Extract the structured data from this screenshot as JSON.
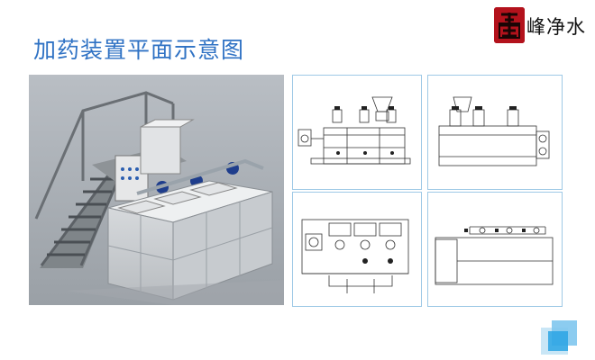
{
  "slide": {
    "title": "加药装置平面示意图"
  },
  "logo": {
    "brand_text": "峰净水",
    "seal_color": "#b3121c"
  },
  "colors": {
    "title": "#2f72c4",
    "panel_border": "#9ec9e6"
  },
  "panels": [
    {
      "name": "3d-render"
    },
    {
      "name": "front-view-drawing"
    },
    {
      "name": "side-view-drawing"
    },
    {
      "name": "top-view-drawing"
    },
    {
      "name": "bottom-view-drawing"
    }
  ]
}
